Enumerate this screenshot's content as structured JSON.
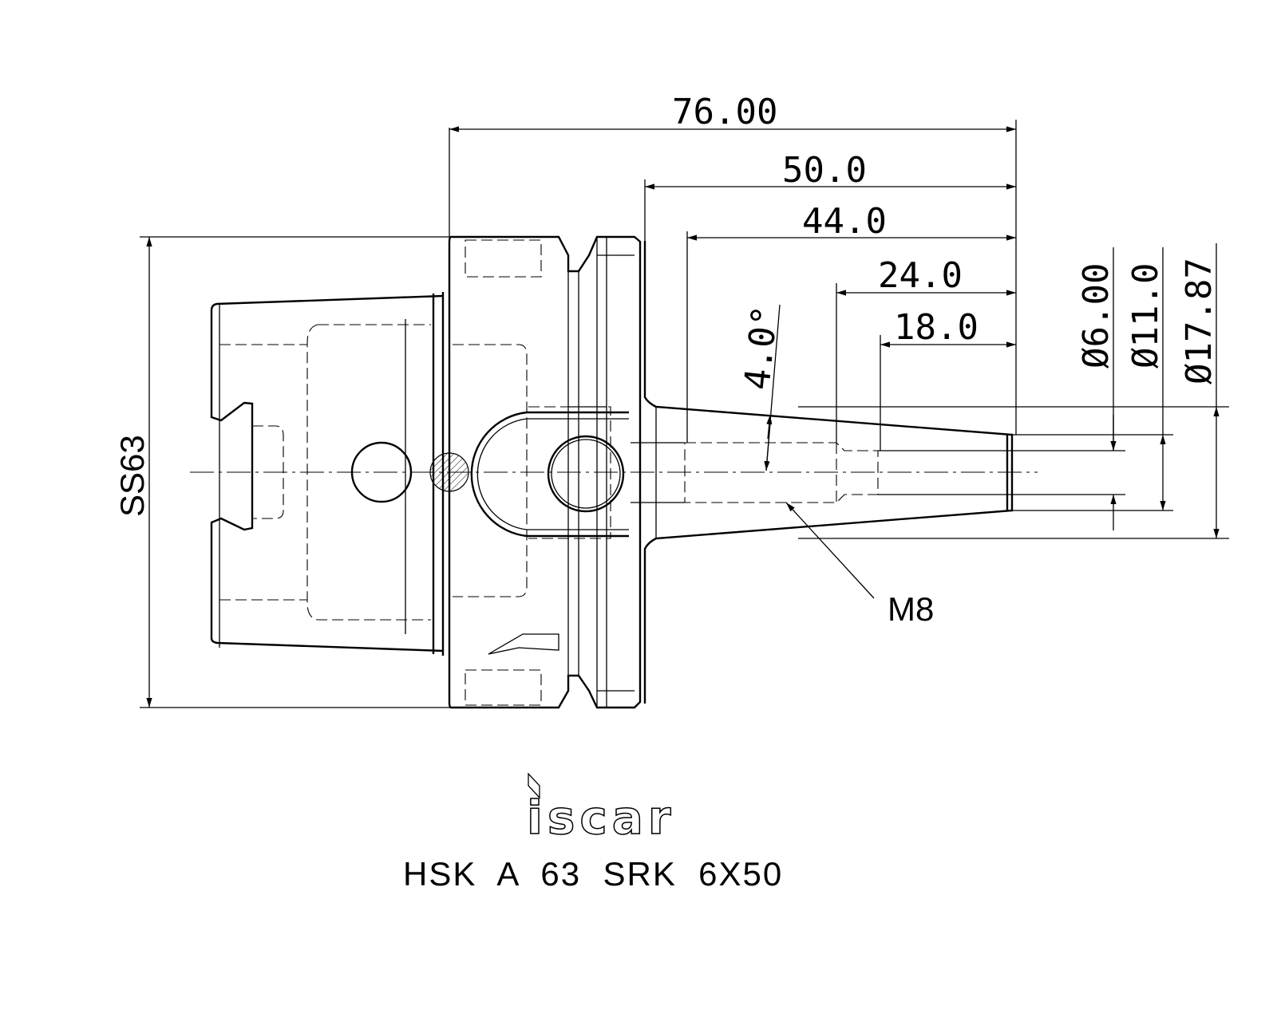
{
  "drawing": {
    "dimensions": {
      "overall_length": "76.00",
      "length_50": "50.0",
      "length_44": "44.0",
      "length_24": "24.0",
      "length_18": "18.0",
      "taper_angle": "4.0°",
      "dia_6": "Ø6.00",
      "dia_11": "Ø11.0",
      "dia_17": "Ø17.87",
      "shank_size": "SS63"
    },
    "thread_label": "M8",
    "logo_text": "iscar",
    "model_code": "HSK  A  63  SRK  6X50"
  }
}
